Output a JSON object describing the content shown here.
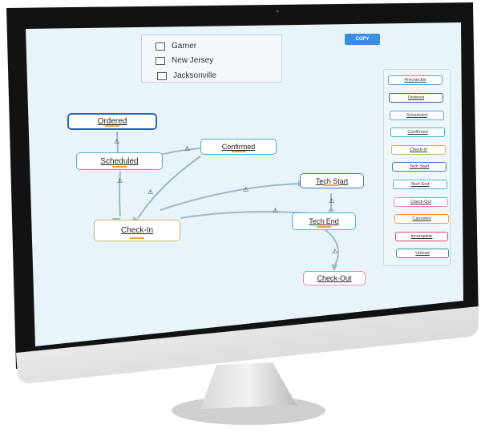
{
  "locations": [
    "Garner",
    "New Jersey",
    "Jacksonville"
  ],
  "copy_button": "COPY",
  "nodes": {
    "ordered": "Ordered",
    "scheduled": "Scheduled",
    "confirmed": "Confirmed",
    "check_in": "Check-In",
    "tech_start": "Tech Start",
    "tech_end": "Tech End",
    "check_out": "Check-Out"
  },
  "legend": [
    "Precheckin",
    "Ordered",
    "Scheduled",
    "Confirmed",
    "Check-In",
    "Tech Start",
    "Tech End",
    "Check-Out",
    "Canceled",
    "Incomplete",
    "Unload"
  ],
  "warning_glyph": "⚠",
  "colors": {
    "screen_bg": "#e8f3fa",
    "ordered": "#2c63b5",
    "scheduled": "#4ab3cf",
    "confirmed": "#3fb4d4",
    "check_in": "#c9b66a",
    "tech_start": "#3d7ac2",
    "tech_end": "#4ab3cf",
    "check_out": "#e287c4",
    "canceled": "#e8a53a",
    "incomplete": "#d94c5b",
    "unload": "#2f9a8c",
    "precheckin": "#5aa0d6",
    "copy": "#3b8ee0",
    "bezel": "#111111"
  }
}
